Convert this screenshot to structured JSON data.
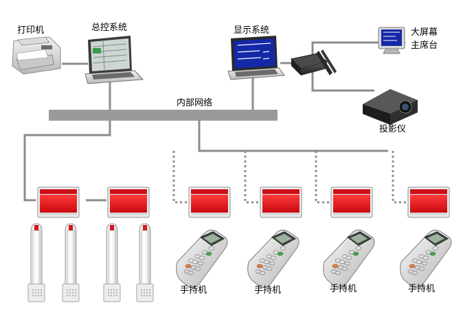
{
  "labels": {
    "printer": "打印机",
    "control_system": "总控系统",
    "display_system": "显示系统",
    "big_screen": "大屏幕",
    "chairman_desk": "主席台",
    "internal_network": "内部网络",
    "projector": "投影仪",
    "handheld": "手持机"
  },
  "colors": {
    "network_bar": "#9a9a9a",
    "connector_line": "#8c8c8c",
    "monitor_screen_red": "#e8141c",
    "display_screen_blue": "#1428a8",
    "keypad_green": "#3cae3c",
    "keypad_orange": "#f07828"
  },
  "icons": [
    "printer-icon",
    "laptop-icon",
    "monitor-icon",
    "set-top-box-icon",
    "projector-icon",
    "gate-controller-icon",
    "security-gate-icon",
    "handheld-terminal-icon"
  ]
}
